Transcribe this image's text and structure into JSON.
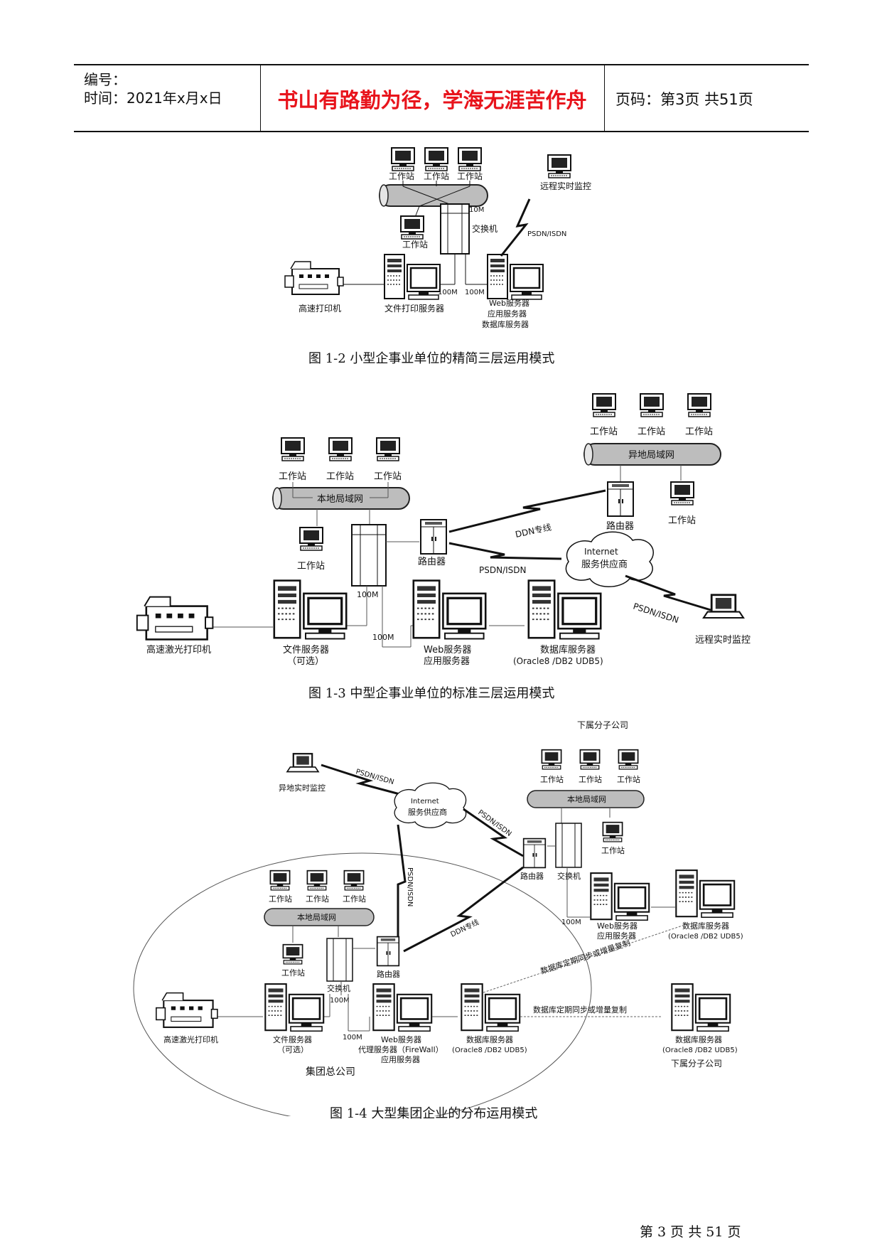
{
  "header": {
    "number_label": "编号：",
    "time_label": "时间：2021年x月x日",
    "motto": "书山有路勤为径，学海无涯苦作舟",
    "page_label": "页码：第3页  共51页"
  },
  "figure_1_2": {
    "workstation": "工作站",
    "switch": "交换机",
    "remote": "远程实时监控",
    "psdn": "PSDN/ISDN",
    "bw_10m": "10M",
    "bw_100m_a": "100M",
    "bw_100m_b": "100M",
    "printer": "高速打印机",
    "file_server": "文件打印服务器",
    "web_server": "Web服务器",
    "app_server": "应用服务器",
    "db_server": "数据库服务器",
    "caption": "图 1-2    小型企事业单位的精简三层运用模式"
  },
  "figure_1_3": {
    "workstation": "工作站",
    "remote_lan": "异地局域网",
    "local_lan": "本地局域网",
    "router": "路由器",
    "ddn": "DDN专线",
    "psdn": "PSDN/ISDN",
    "internet": "Internet",
    "isp": "服务供应商",
    "bw_100m_a": "100M",
    "bw_100m_b": "100M",
    "printer": "高速激光打印机",
    "file_server": "文件服务器",
    "optional": "（可选）",
    "web_server": "Web服务器",
    "app_server": "应用服务器",
    "db_server": "数据库服务器",
    "db_types": "(Oracle8 /DB2 UDB5)",
    "remote": "远程实时监控",
    "caption": "图 1-3    中型企事业单位的标准三层运用模式"
  },
  "figure_1_4": {
    "subsidiary_top": "下属分子公司",
    "workstation": "工作站",
    "remote": "异地实时监控",
    "psdn": "PSDN/ISDN",
    "internet": "Internet",
    "isp": "服务供应商",
    "local_lan": "本地局域网",
    "router": "路由器",
    "switch": "交换机",
    "ddn": "DDN专线",
    "bw_100m": "100M",
    "web_server": "Web服务器",
    "app_server": "应用服务器",
    "db_server": "数据库服务器",
    "db_types": "(Oracle8 /DB2 UDB5)",
    "sync": "数据库定期同步或增量复制",
    "printer": "高速激光打印机",
    "file_server": "文件服务器",
    "optional": "（可选）",
    "proxy_server": "代理服务器（FireWall）",
    "db_types_2": "(Oracle8 /DB2 UDB5)",
    "subsidiary_bottom": "下属分子公司",
    "hq": "集团总公司",
    "caption": "图 1-4    大型集团企业的分布运用模式"
  },
  "footer": {
    "page": "第 3 页 共 51 页"
  }
}
